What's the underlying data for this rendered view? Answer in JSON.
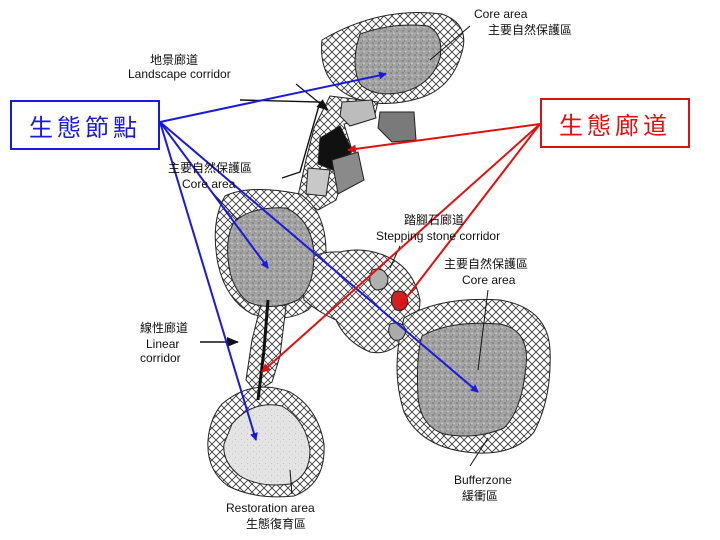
{
  "labels": {
    "core_top": {
      "en": "Core area",
      "zh": "主要自然保護區"
    },
    "landscape": {
      "zh": "地景廊道",
      "en": "Landscape corridor"
    },
    "core_left": {
      "zh": "主要自然保護區",
      "en": "Core area"
    },
    "stepping": {
      "zh": "踏腳石廊道",
      "en": "Stepping stone corridor"
    },
    "core_right": {
      "zh": "主要自然保護區",
      "en": "Core area"
    },
    "linear": {
      "zh": "線性廊道",
      "en1": "Linear",
      "en2": "corridor"
    },
    "buffer": {
      "en": "Bufferzone",
      "zh": "緩衝區"
    },
    "restoration": {
      "en": "Restoration area",
      "zh": "生態復育區"
    }
  },
  "callouts": {
    "nodes": {
      "text": "生態節點",
      "color": "#1a1adc"
    },
    "corridors": {
      "text": "生態廊道",
      "color": "#e01010"
    }
  },
  "colors": {
    "blue_arrow": "#1a1adc",
    "red_arrow": "#e01010",
    "hatch": "#333333",
    "core_fill": "#9a9a9a"
  }
}
